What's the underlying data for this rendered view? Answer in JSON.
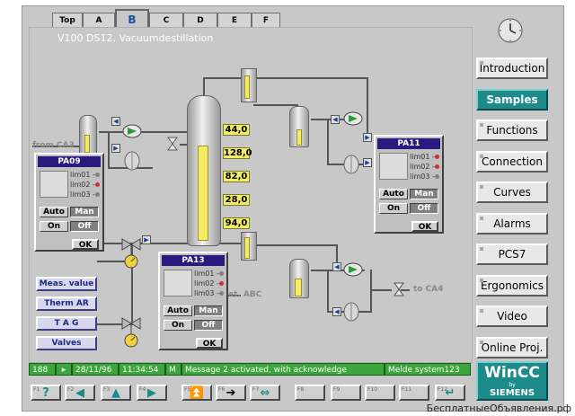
{
  "tabs": [
    "Top",
    "A",
    "B",
    "C",
    "D",
    "E",
    "F"
  ],
  "active_tab": "B",
  "plant_title": "V100 DS12, Vacuumdestillation",
  "menu": [
    {
      "label": "Introduction",
      "active": false
    },
    {
      "label": "Samples",
      "active": true
    },
    {
      "label": "Functions",
      "active": false
    },
    {
      "label": "Connection",
      "active": false
    },
    {
      "label": "Curves",
      "active": false
    },
    {
      "label": "Alarms",
      "active": false
    },
    {
      "label": "PCS7",
      "active": false
    },
    {
      "label": "Ergonomics",
      "active": false
    },
    {
      "label": "Video",
      "active": false
    },
    {
      "label": "Online Proj.",
      "active": false
    }
  ],
  "readouts": [
    "44,0",
    "128,0",
    "82,0",
    "28,0",
    "94,0"
  ],
  "pipe_labels": {
    "from": "from CA3",
    "to": "to CA4",
    "partial": "at. ABC"
  },
  "faceplates": [
    {
      "title": "PA09",
      "limits": [
        "lim01",
        "lim02",
        "lim03"
      ],
      "auto": "Auto",
      "man": "Man",
      "on": "On",
      "off": "Off",
      "ok": "OK"
    },
    {
      "title": "PA11",
      "limits": [
        "lim01",
        "lim02",
        "lim03"
      ],
      "auto": "Auto",
      "man": "Man",
      "on": "On",
      "off": "Off",
      "ok": "OK"
    },
    {
      "title": "PA13",
      "limits": [
        "lim01",
        "lim02",
        "lim03"
      ],
      "auto": "Auto",
      "man": "Man",
      "on": "On",
      "off": "Off",
      "ok": "OK"
    }
  ],
  "left_buttons": [
    "Meas. value",
    "Therm AR",
    "T A G",
    "Valves"
  ],
  "status_bar": {
    "count": "188",
    "date": "28/11/96",
    "time": "11:34:54",
    "flag": "M",
    "message": "Message 2 activated, with acknowledge",
    "system": "Melde system123"
  },
  "brand": {
    "name": "WinCC",
    "by": "by",
    "vendor": "SIEMENS"
  },
  "keys": [
    "F1",
    "F2",
    "F3",
    "F4",
    "F5",
    "F6",
    "F7",
    "F8",
    "F9",
    "F10",
    "F11",
    "F12"
  ],
  "watermark": "БесплатныеОбъявления.рф",
  "colors": {
    "accent": "#1e8b8b",
    "faceplate_title": "#2a1a80",
    "status": "#3ca63c",
    "level": "#f4ec64"
  }
}
